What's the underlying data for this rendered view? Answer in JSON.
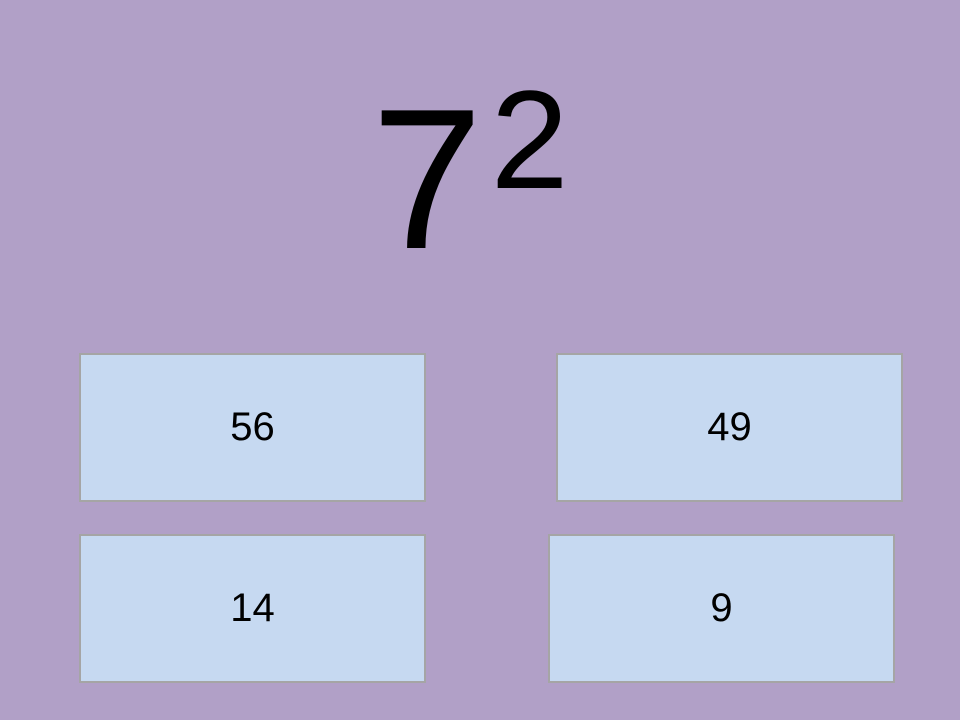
{
  "question": {
    "base": "7",
    "exponent": "2"
  },
  "answers": [
    {
      "label": "56"
    },
    {
      "label": "49"
    },
    {
      "label": "14"
    },
    {
      "label": "9"
    }
  ],
  "colors": {
    "background": "#b1a0c7",
    "answer_fill": "#c6d9f1",
    "answer_border": "#a5a5a5",
    "text": "#000000"
  }
}
